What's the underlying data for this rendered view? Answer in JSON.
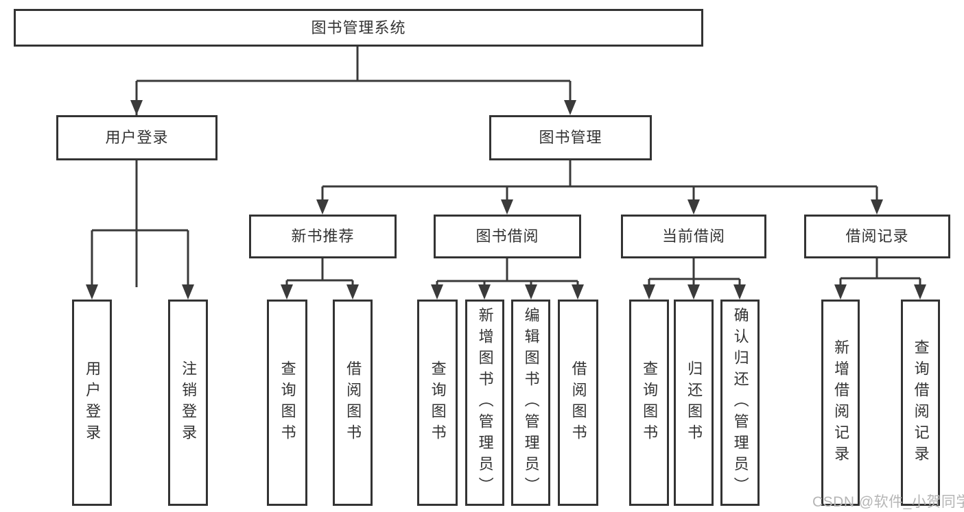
{
  "diagram": {
    "type": "hierarchy-tree",
    "watermark": "CSDN @软件_小贺同学",
    "colors": {
      "line": "#3a3a3a",
      "box_border": "#333333",
      "text": "#333333",
      "watermark": "#b5b5b5",
      "background": "#ffffff"
    },
    "tree": {
      "root": {
        "label": "图书管理系统",
        "children": [
          {
            "label": "用户登录",
            "children": [
              {
                "label": "用户登录"
              },
              {
                "label": "注销登录"
              }
            ]
          },
          {
            "label": "图书管理",
            "children": [
              {
                "label": "新书推荐",
                "children": [
                  {
                    "label": "查询图书"
                  },
                  {
                    "label": "借阅图书"
                  }
                ]
              },
              {
                "label": "图书借阅",
                "children": [
                  {
                    "label": "查询图书"
                  },
                  {
                    "label": "新增图书（管理员）"
                  },
                  {
                    "label": "编辑图书（管理员）"
                  },
                  {
                    "label": "借阅图书"
                  }
                ]
              },
              {
                "label": "当前借阅",
                "children": [
                  {
                    "label": "查询图书"
                  },
                  {
                    "label": "归还图书"
                  },
                  {
                    "label": "确认归还（管理员）"
                  }
                ]
              },
              {
                "label": "借阅记录",
                "children": [
                  {
                    "label": "新增借阅记录"
                  },
                  {
                    "label": "查询借阅记录"
                  }
                ]
              }
            ]
          }
        ]
      }
    }
  }
}
